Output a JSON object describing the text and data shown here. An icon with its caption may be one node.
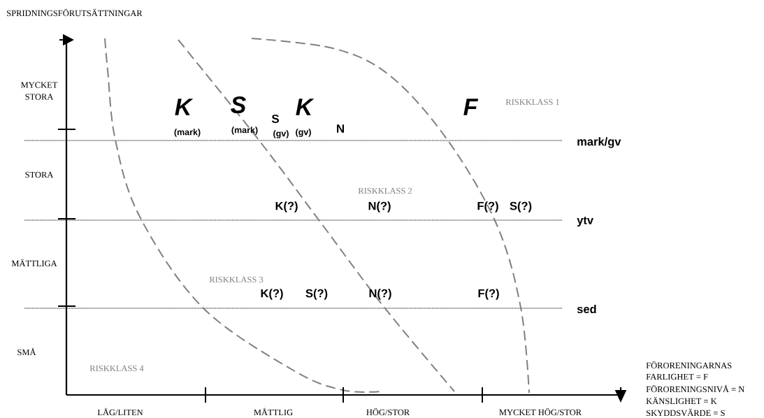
{
  "diagram": {
    "labels": [
      "SPRIDNINGSFÖRUTSÄTTNINGAR",
      "MYCKET STORA",
      "K",
      "S",
      "RISKKLASS 1",
      "F",
      "S",
      "K",
      "(mark)",
      "(mark)",
      "(gv)",
      "(gv)",
      "N",
      "mark/gv",
      "STORA",
      "RISKKLASS 2",
      "K(?)",
      "N(?)",
      "F(?)",
      "S(?)",
      "ytv",
      "MÄTTLIGA",
      "RISKKLASS 3",
      "K(?)",
      "S(?)",
      "N(?)",
      "F(?)",
      "sed",
      "SMÅ",
      "RISKKLASS 4",
      "LÅG/LITEN",
      "MÅTTLIG",
      "HÖG/STOR",
      "MYCKET HÖG/STOR",
      "FÖRORENINGARNAS",
      "FARLIGHET = F",
      "FÖRORENINGSNIVÅ = N",
      "KÄNSLIGHET = K",
      "SKYDDSVÄRDE = S"
    ]
  }
}
